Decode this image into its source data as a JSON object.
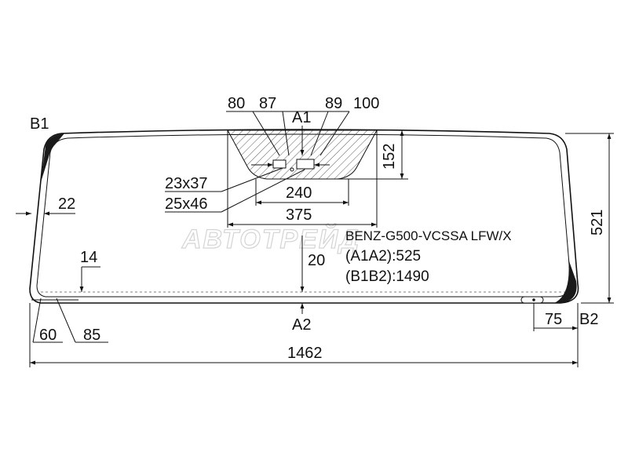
{
  "part_code": "BENZ-G500-VCSSA LFW/X",
  "spec_a1a2": "(A1A2):525",
  "spec_b1b2": "(B1B2):1490",
  "watermark": "АВТОТРЕЙД",
  "points": {
    "a1": "A1",
    "a2": "A2",
    "b1": "B1",
    "b2": "B2"
  },
  "dimensions": {
    "overall_width": "1462",
    "overall_height": "521",
    "d80": "80",
    "d87": "87",
    "d89": "89",
    "d100": "100",
    "d152": "152",
    "d240": "240",
    "d375": "375",
    "d22": "22",
    "d14": "14",
    "d20": "20",
    "d60": "60",
    "d85": "85",
    "d75": "75",
    "sensor_small": "23x37",
    "sensor_large": "25x46"
  }
}
